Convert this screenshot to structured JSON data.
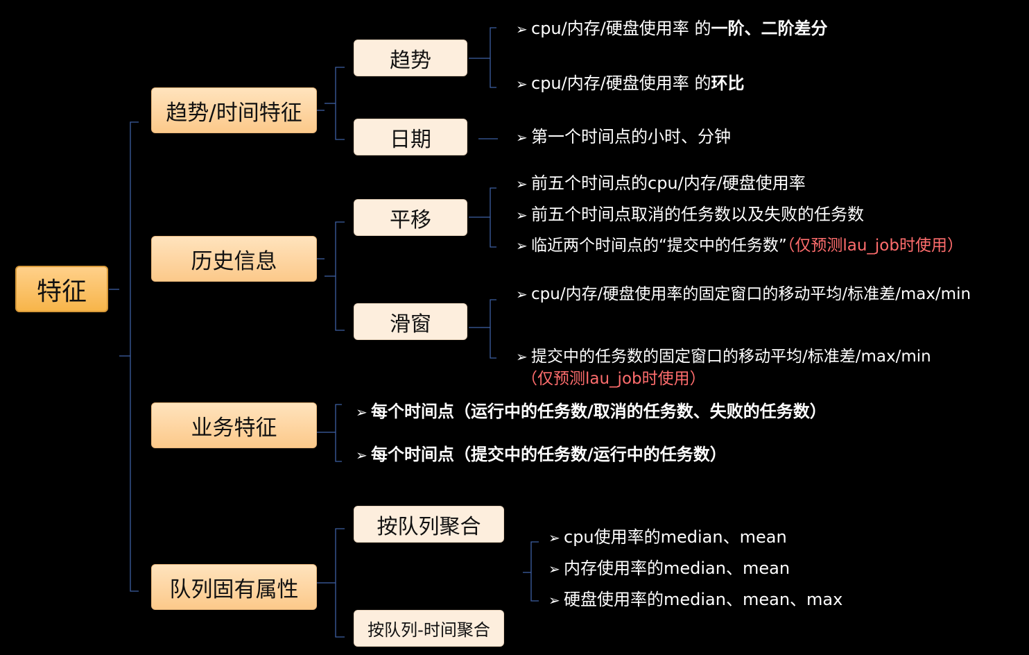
{
  "root": "特征",
  "trend": {
    "label": "趋势/时间特征",
    "trend_node": {
      "label": "趋势",
      "b1": {
        "pre": "cpu/内存/硬盘使用率 的",
        "bold": "一阶、二阶差分"
      },
      "b2": {
        "pre": "cpu/内存/硬盘使用率 的",
        "bold": "环比"
      }
    },
    "date_node": {
      "label": "日期",
      "b1": "第一个时间点的小时、分钟"
    }
  },
  "history": {
    "label": "历史信息",
    "shift_node": {
      "label": "平移",
      "b1": "前五个时间点的cpu/内存/硬盘使用率",
      "b2": "前五个时间点取消的任务数以及失败的任务数",
      "b3": {
        "text": "临近两个时间点的“提交中的任务数”",
        "note": "（仅预测lau_job时使用）"
      }
    },
    "window_node": {
      "label": "滑窗",
      "b1": "cpu/内存/硬盘使用率的固定窗口的移动平均/标准差/max/min",
      "b2": "提交中的任务数的固定窗口的移动平均/标准差/max/min",
      "b2_note": "（仅预测lau_job时使用）"
    }
  },
  "business": {
    "label": "业务特征",
    "b1": "每个时间点（运行中的任务数/取消的任务数、失败的任务数）",
    "b2": "每个时间点（提交中的任务数/运行中的任务数）"
  },
  "queue": {
    "label": "队列固有属性",
    "agg1": "按队列聚合",
    "agg2": "按队列-时间聚合",
    "b1": "cpu使用率的median、mean",
    "b2": "内存使用率的median、mean",
    "b3": "硬盘使用率的median、mean、max"
  },
  "colors": {
    "connector": "#3d5fa3",
    "root_fill": "#f7b54a",
    "level1_fill": "#fcc98a",
    "level2_fill": "#fdeedd",
    "note": "#ff6d6d"
  },
  "icons": {
    "bullet": "arrow-bullet-icon"
  }
}
